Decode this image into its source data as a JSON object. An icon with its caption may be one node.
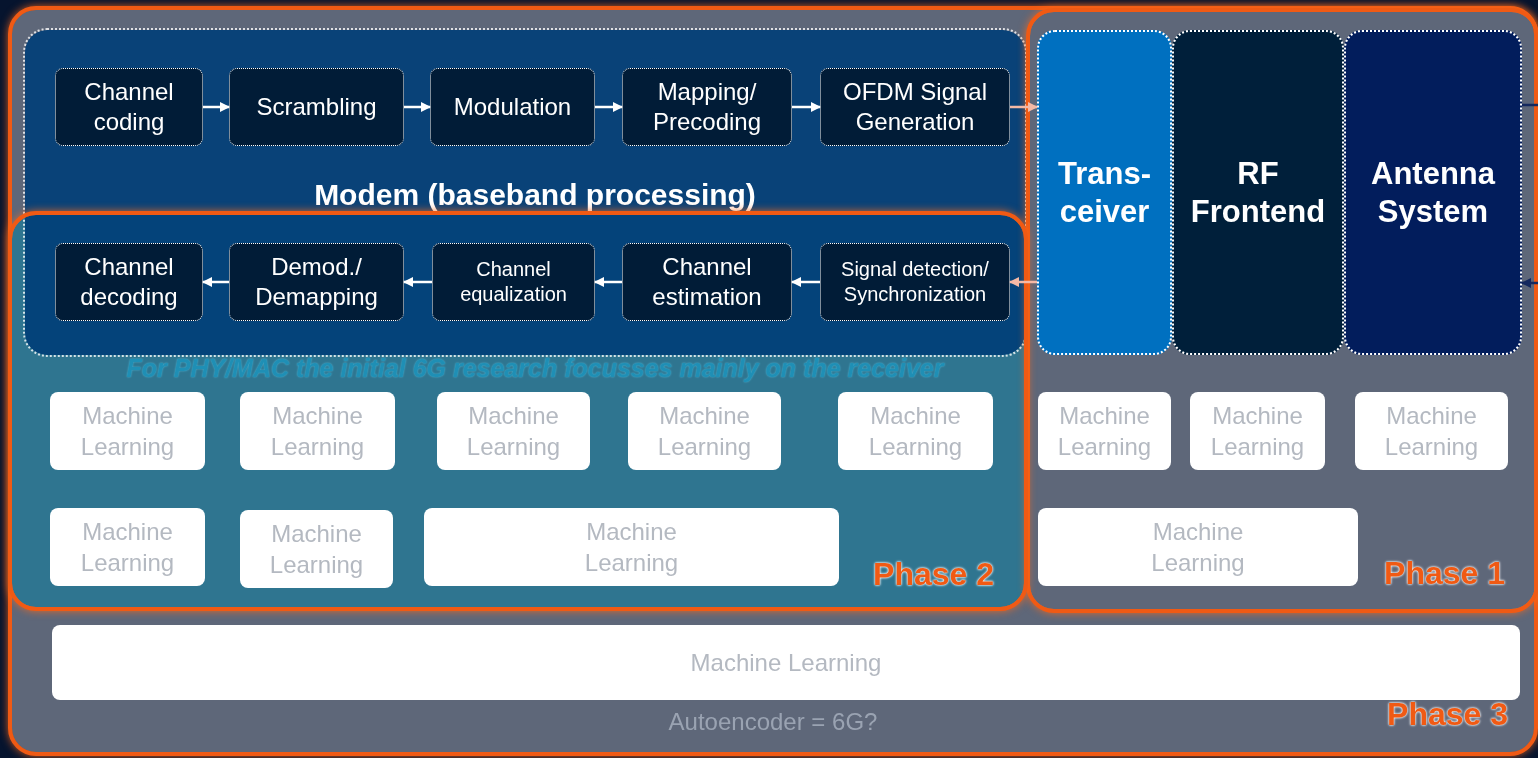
{
  "diagram": {
    "nodes": [
      {
        "text": [
          "Phase 3"
        ]
      },
      {
        "text": [
          "Modem (baseband processing)"
        ],
        "in": 0
      },
      {
        "text": [
          "Channel coding"
        ],
        "in": 1
      },
      {
        "text": [
          "Scrambling"
        ],
        "in": 1
      },
      {
        "text": [
          "Modulation"
        ],
        "in": 1
      },
      {
        "text": [
          "Mapping/ Precoding"
        ],
        "in": 1
      },
      {
        "text": [
          "OFDM Signal Generation"
        ],
        "in": 1
      },
      {
        "text": [
          "Phase 1"
        ],
        "in": 0
      },
      {
        "text": [
          "Trans- ceiver"
        ],
        "in": 7
      },
      {
        "text": [
          "RF Frontend"
        ],
        "in": 7
      },
      {
        "text": [
          "Antenna System"
        ],
        "in": 7
      },
      {
        "text": [
          "Phase 2"
        ],
        "in": 0
      },
      {
        "text": [
          "Channel decoding"
        ]
      },
      {
        "text": [
          "Demod./ Demapping"
        ]
      },
      {
        "text": [
          "Channel equalization"
        ]
      },
      {
        "text": [
          "Channel estimation"
        ]
      },
      {
        "text": [
          "Signal detection/ Synchronization"
        ]
      },
      {
        "text": [
          "Machine Learning"
        ],
        "in": 11
      },
      {
        "text": [
          "Machine Learning"
        ],
        "in": 11
      },
      {
        "text": [
          "Machine Learning"
        ],
        "in": 11
      },
      {
        "text": [
          "Machine Learning"
        ],
        "in": 11
      },
      {
        "text": [
          "Machine Learning"
        ],
        "in": 11
      },
      {
        "text": [
          "Machine Learning"
        ],
        "in": 11
      },
      {
        "text": [
          "Machine Learning"
        ],
        "in": 11
      },
      {
        "text": [
          "Machine Learning"
        ],
        "in": 11
      },
      {
        "text": [
          "Machine Learning"
        ],
        "in": 7
      },
      {
        "text": [
          "Machine Learning"
        ],
        "in": 7
      },
      {
        "text": [
          "Machine Learning"
        ],
        "in": 7
      },
      {
        "text": [
          "Machine Learning"
        ],
        "in": 7
      },
      {
        "text": [
          "Machine Learning"
        ],
        "in": 0
      }
    ],
    "edges": [
      {
        "from": 2,
        "to": 3,
        "arrow": "to"
      },
      {
        "from": 3,
        "to": 4,
        "arrow": "to"
      },
      {
        "from": 4,
        "to": 5,
        "arrow": "to"
      },
      {
        "from": 5,
        "to": 6,
        "arrow": "to"
      },
      {
        "from": 6,
        "to": 8,
        "arrow": "to",
        "color": "#f4b9a6"
      },
      {
        "from": 8,
        "to": 16,
        "arrow": "to",
        "color": "#f4b9a6"
      },
      {
        "from": 16,
        "to": 15,
        "arrow": "to"
      },
      {
        "from": 15,
        "to": 14,
        "arrow": "to"
      },
      {
        "from": 14,
        "to": 13,
        "arrow": "to"
      },
      {
        "from": 13,
        "to": 12,
        "arrow": "to"
      },
      {
        "from": 10,
        "to": null,
        "arrow": "none",
        "color": "#14285e"
      },
      {
        "from": null,
        "to": 10,
        "arrow": "to",
        "color": "#14285e"
      }
    ],
    "labels": [
      "For PHY/MAC the initial 6G research focusses mainly on the receiver",
      "Autoencoder = 6G?"
    ]
  }
}
